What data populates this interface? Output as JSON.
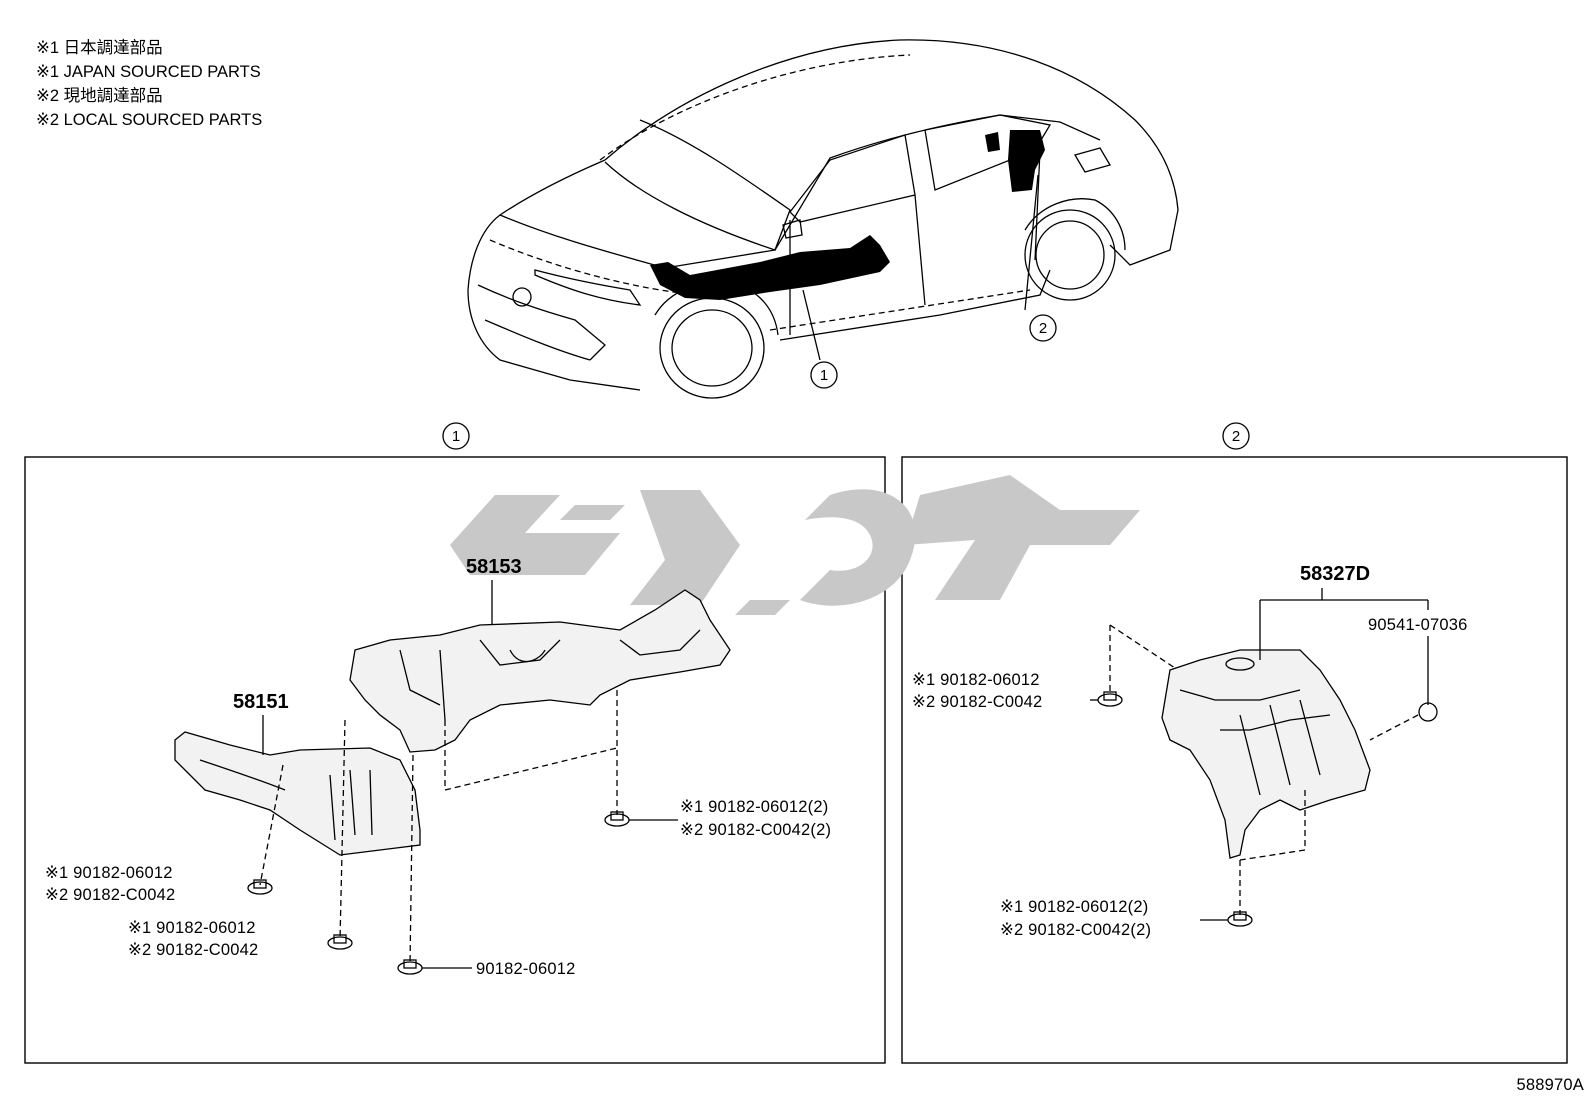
{
  "legend": {
    "line1": "※1 日本調達部品",
    "line2": "※1 JAPAN SOURCED PARTS",
    "line3": "※2 現地調達部品",
    "line4": "※2 LOCAL SOURCED PARTS"
  },
  "callouts": {
    "car_1": "1",
    "car_2": "2",
    "panel_1": "1",
    "panel_2": "2"
  },
  "panel1": {
    "part_58153": "58153",
    "part_58151": "58151",
    "clip_a_line1": "※1 90182-06012",
    "clip_a_line2": "※2 90182-C0042",
    "clip_b_line1": "※1 90182-06012",
    "clip_b_line2": "※2 90182-C0042",
    "clip_c": "90182-06012",
    "clip_d_line1": "※1 90182-06012(2)",
    "clip_d_line2": "※2 90182-C0042(2)"
  },
  "panel2": {
    "part_58327D": "58327D",
    "part_90541": "90541-07036",
    "clip_e_line1": "※1 90182-06012",
    "clip_e_line2": "※2 90182-C0042",
    "clip_f_line1": "※1 90182-06012(2)",
    "clip_f_line2": "※2 90182-C0042(2)"
  },
  "ref_code": "588970A",
  "colors": {
    "ink": "#000000",
    "watermark": "#c8c8c8",
    "background": "#ffffff"
  }
}
